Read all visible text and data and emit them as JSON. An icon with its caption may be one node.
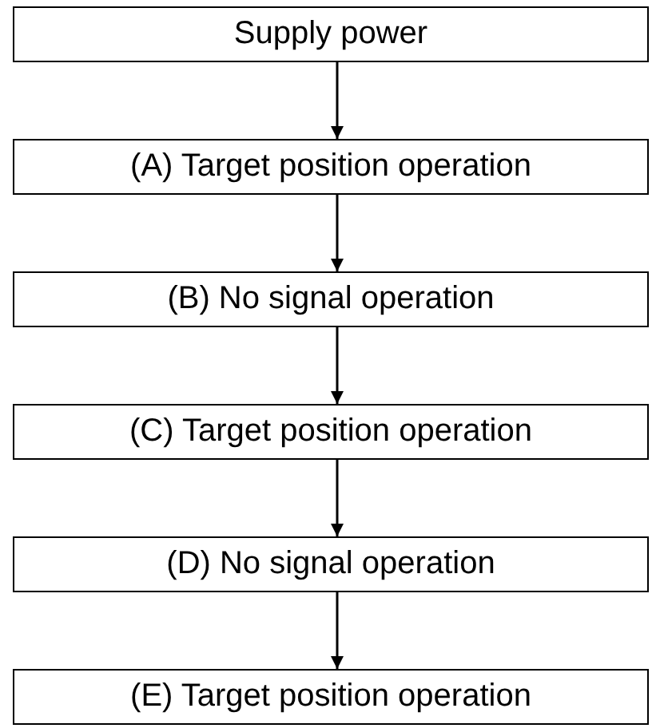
{
  "diagram": {
    "nodes": [
      {
        "text": [
          "Supply power"
        ]
      },
      {
        "text": [
          "(A) Target position operation"
        ]
      },
      {
        "text": [
          "(B) No signal operation"
        ]
      },
      {
        "text": [
          "(C) Target position operation"
        ]
      },
      {
        "text": [
          "(D) No signal operation"
        ]
      },
      {
        "text": [
          "(E) Target position operation"
        ]
      }
    ],
    "edges": [
      {
        "from": 0,
        "to": 1,
        "arrow": "to"
      },
      {
        "from": 1,
        "to": 2,
        "arrow": "to"
      },
      {
        "from": 2,
        "to": 3,
        "arrow": "to"
      },
      {
        "from": 3,
        "to": 4,
        "arrow": "to"
      },
      {
        "from": 4,
        "to": 5,
        "arrow": "to"
      }
    ]
  }
}
